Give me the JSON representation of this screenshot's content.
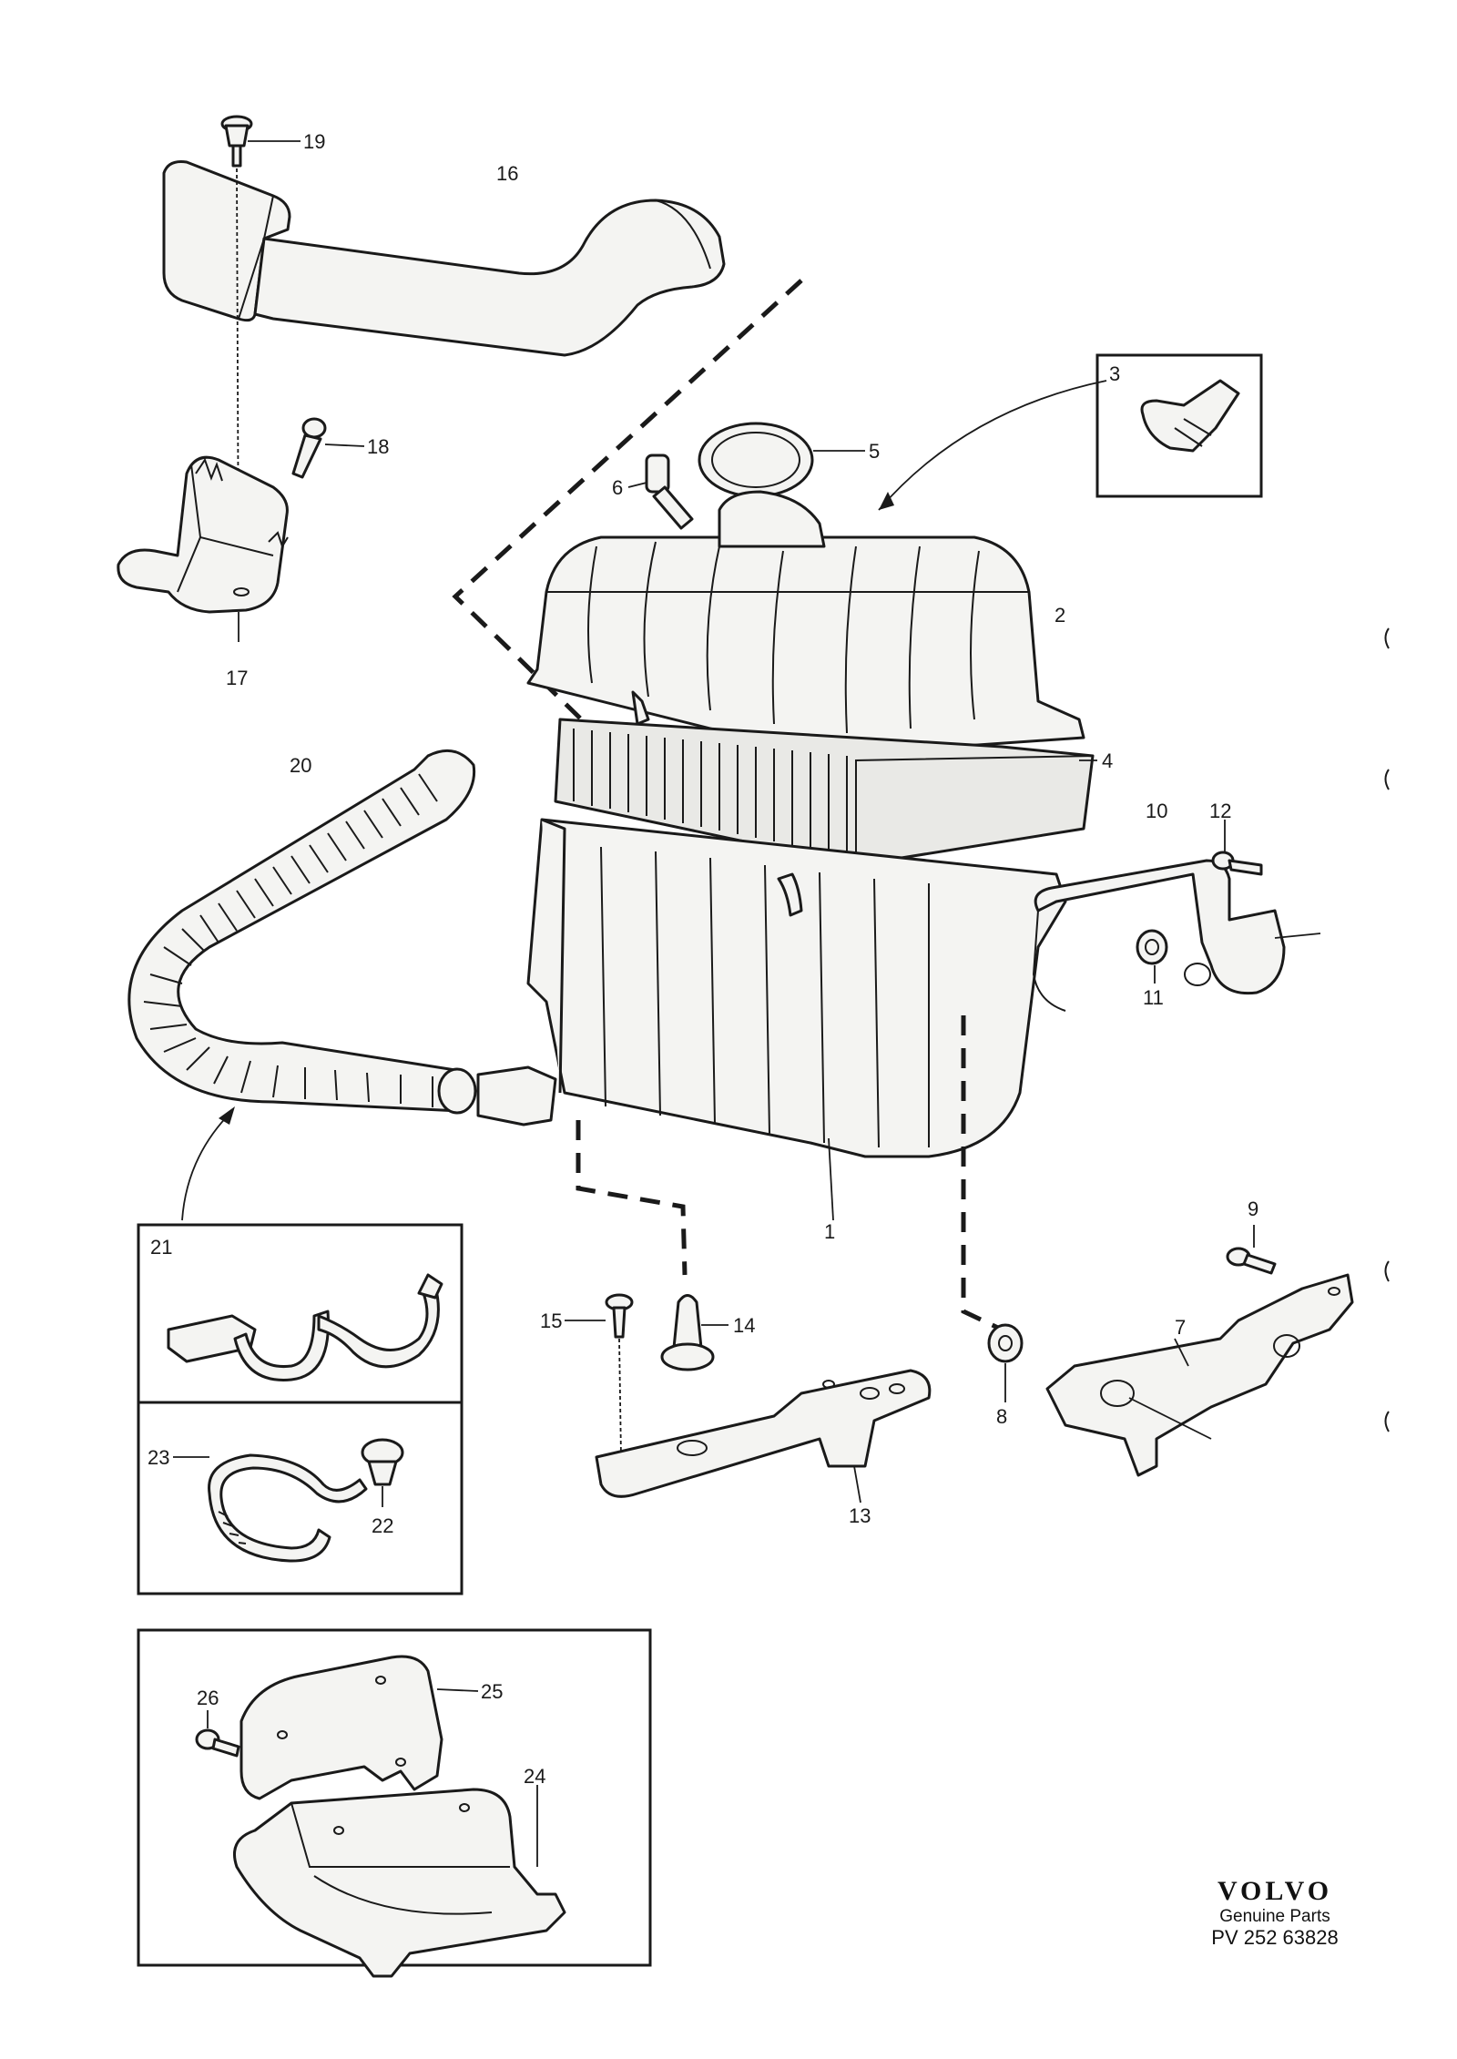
{
  "labels": {
    "p1": "1",
    "p2": "2",
    "p3": "3",
    "p4": "4",
    "p5": "5",
    "p6": "6",
    "p7": "7",
    "p8": "8",
    "p9": "9",
    "p10": "10",
    "p11": "11",
    "p12": "12",
    "p13": "13",
    "p14": "14",
    "p15": "15",
    "p16": "16",
    "p17": "17",
    "p18": "18",
    "p19": "19",
    "p20": "20",
    "p21": "21",
    "p22": "22",
    "p23": "23",
    "p24": "24",
    "p25": "25",
    "p26": "26"
  },
  "brand": {
    "logo": "VOLVO",
    "subtitle": "Genuine Parts",
    "reference": "PV 252 63828"
  }
}
